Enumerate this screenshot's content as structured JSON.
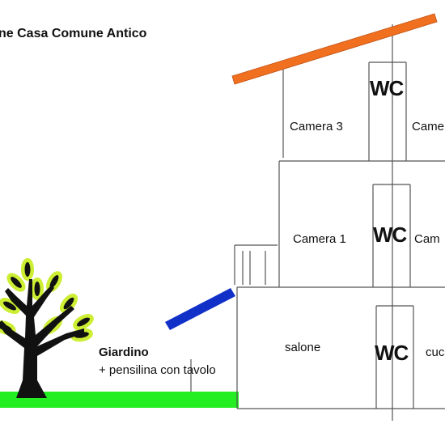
{
  "title": "ne  Casa Comune Antico",
  "rooms": {
    "camera3": "Camera  3",
    "camera3_right": "Came",
    "camera1": "Camera  1",
    "camera1_right": "Cam",
    "salone": "salone",
    "cucina_partial": "cuc"
  },
  "wc": {
    "top": "WC",
    "middle": "WC",
    "bottom": "WC"
  },
  "garden": {
    "label": "Giardino",
    "note": "+ pensilina con tavolo"
  },
  "colors": {
    "roof": "#f07020",
    "canopy": "#1030c8",
    "lawn": "#22ee22",
    "walls": "#555555",
    "tree_trunk": "#111111",
    "tree_leaf_fill": "#ffffff",
    "tree_leaf_halo": "#ccee33"
  }
}
